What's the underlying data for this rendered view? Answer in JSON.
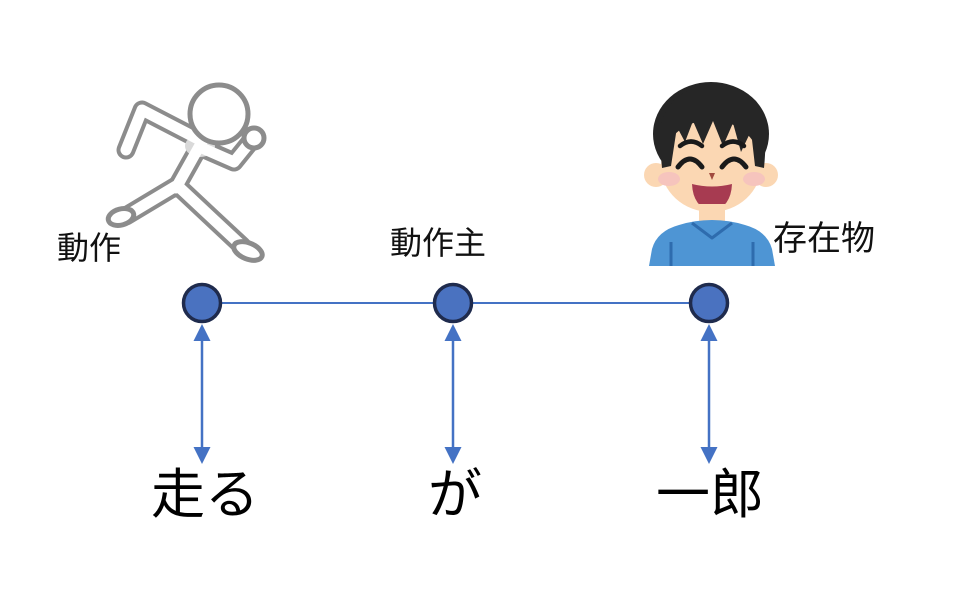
{
  "diagram": {
    "type": "semantic-role-mapping",
    "background": "#ffffff",
    "accent_color": "#4472C4",
    "node_fill": "#4a72c0",
    "node_border": "#1f2b4d",
    "nodes": [
      {
        "label": "動作",
        "word": "走る"
      },
      {
        "label": "動作主",
        "word": "が"
      },
      {
        "label": "存在物",
        "word": "一郎"
      }
    ],
    "illustrations": [
      {
        "name": "running-person-illustration",
        "depicts": "white outline figure running"
      },
      {
        "name": "smiling-boy-illustration",
        "depicts": "smiling boy with black hair and blue shirt"
      }
    ]
  }
}
